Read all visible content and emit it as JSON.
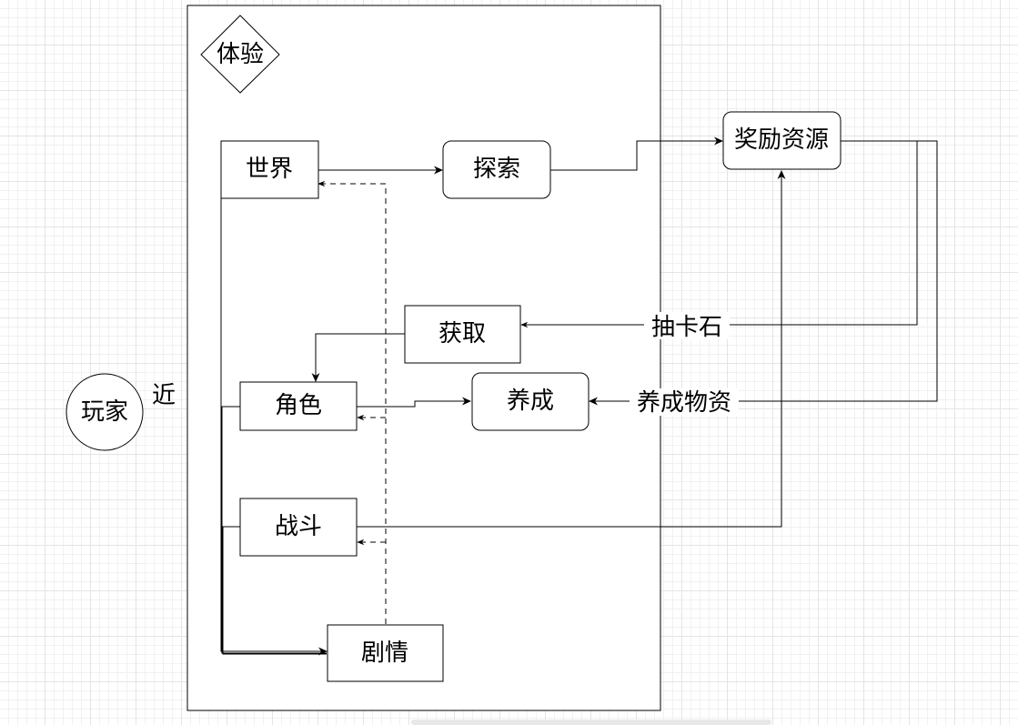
{
  "nodes": {
    "container_label": "体验",
    "world": "世界",
    "explore": "探索",
    "reward": "奖励资源",
    "acquire": "获取",
    "character": "角色",
    "nurture": "养成",
    "battle": "战斗",
    "story": "剧情",
    "player": "玩家",
    "player_note": "近"
  },
  "edge_labels": {
    "gacha_stone": "抽卡石",
    "nurture_materials": "养成物资"
  }
}
